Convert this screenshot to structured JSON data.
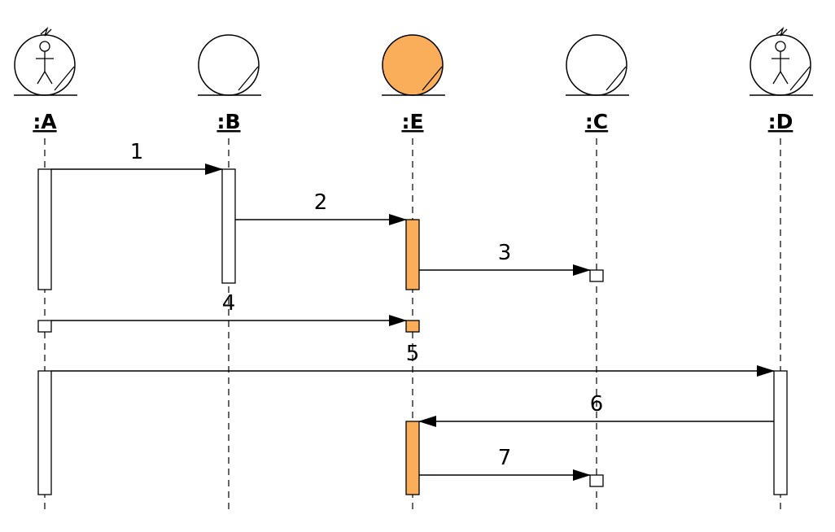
{
  "participants": [
    {
      "id": "A",
      "label": ":A",
      "kind": "actor",
      "fill": "#ffffff"
    },
    {
      "id": "B",
      "label": ":B",
      "kind": "entity",
      "fill": "#ffffff"
    },
    {
      "id": "E",
      "label": ":E",
      "kind": "entity",
      "fill": "#fbae5a"
    },
    {
      "id": "C",
      "label": ":C",
      "kind": "entity",
      "fill": "#ffffff"
    },
    {
      "id": "D",
      "label": ":D",
      "kind": "actor",
      "fill": "#ffffff"
    }
  ],
  "messages": [
    {
      "label": "1",
      "from": "A",
      "to": "B"
    },
    {
      "label": "2",
      "from": "B",
      "to": "E"
    },
    {
      "label": "3",
      "from": "E",
      "to": "C"
    },
    {
      "label": "4",
      "from": "A",
      "to": "E"
    },
    {
      "label": "5",
      "from": "A",
      "to": "D"
    },
    {
      "label": "6",
      "from": "D",
      "to": "E"
    },
    {
      "label": "7",
      "from": "E",
      "to": "C"
    }
  ],
  "colors": {
    "highlight": "#fbae5a",
    "line": "#000000",
    "background": "#ffffff"
  }
}
